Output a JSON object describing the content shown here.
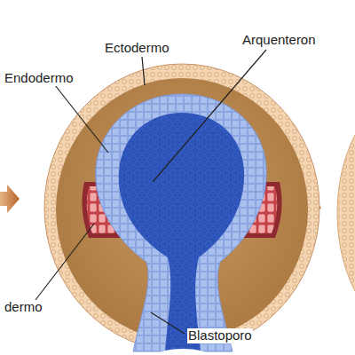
{
  "diagram": {
    "labels": [
      "Ectodermo",
      "Endodermo",
      "Arquenteron",
      "dermo",
      "Blastoporo"
    ]
  }
}
